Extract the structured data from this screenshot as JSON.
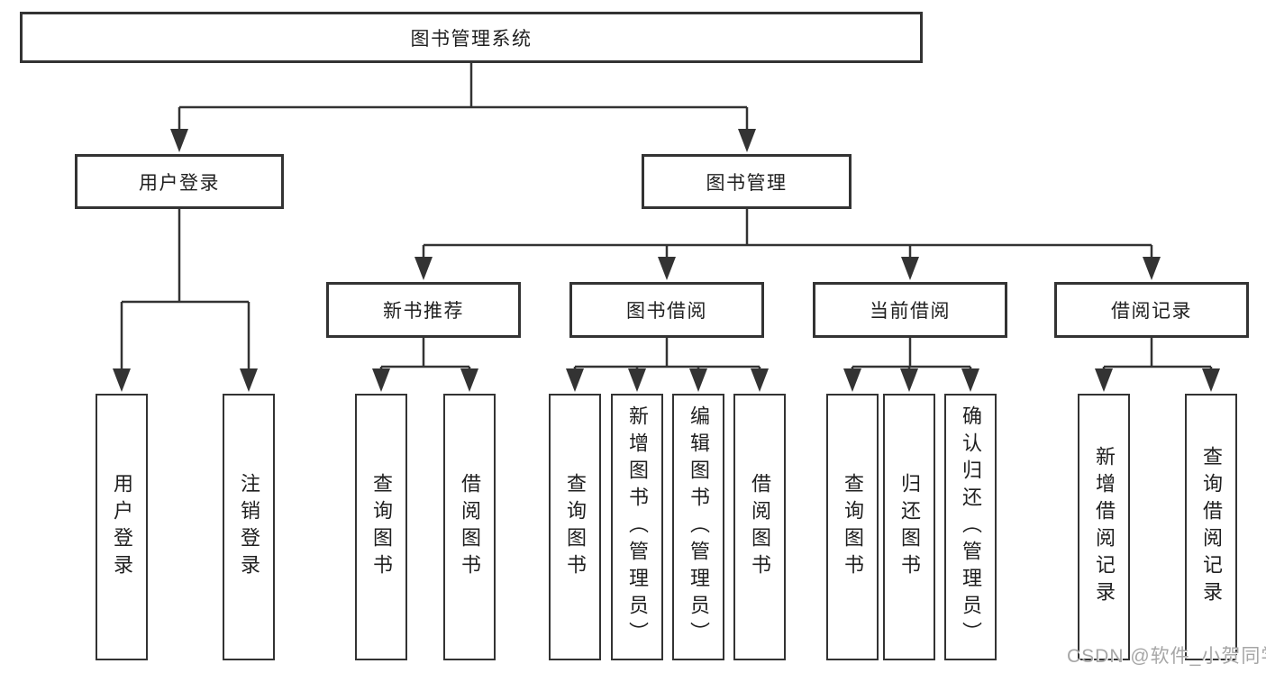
{
  "canvas": {
    "background": "#ffffff"
  },
  "colors": {
    "line": "#333333",
    "box_border": "#333333",
    "text": "#1f1f1f",
    "watermark": "#a6a6a6"
  },
  "watermark": {
    "text": "CSDN @软件_小贺同学"
  },
  "diagram": {
    "type": "tree",
    "root": {
      "label": "图书管理系统"
    },
    "branches": [
      {
        "label": "用户登录",
        "children": [
          {
            "label": "用户登录"
          },
          {
            "label": "注销登录"
          }
        ]
      },
      {
        "label": "图书管理",
        "children": [
          {
            "label": "新书推荐",
            "children": [
              {
                "label": "查询图书"
              },
              {
                "label": "借阅图书"
              }
            ]
          },
          {
            "label": "图书借阅",
            "children": [
              {
                "label": "查询图书"
              },
              {
                "label": "新增图书（管理员）"
              },
              {
                "label": "编辑图书（管理员）"
              },
              {
                "label": "借阅图书"
              }
            ]
          },
          {
            "label": "当前借阅",
            "children": [
              {
                "label": "查询图书"
              },
              {
                "label": "归还图书"
              },
              {
                "label": "确认归还（管理员）"
              }
            ]
          },
          {
            "label": "借阅记录",
            "children": [
              {
                "label": "新增借阅记录"
              },
              {
                "label": "查询借阅记录"
              }
            ]
          }
        ]
      }
    ]
  }
}
